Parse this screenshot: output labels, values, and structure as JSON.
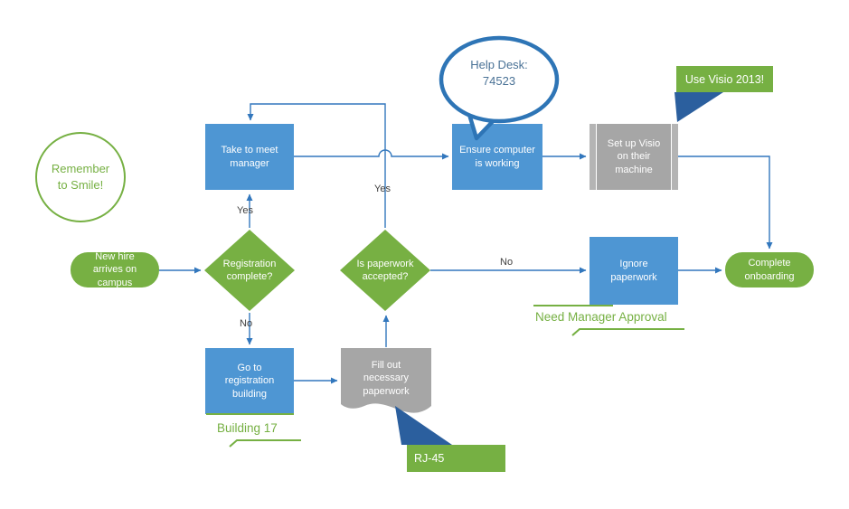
{
  "diagram": {
    "type": "flowchart",
    "nodes": {
      "remember": "Remember to Smile!",
      "new_hire": "New hire arrives on campus",
      "registration_complete": "Registration complete?",
      "take_to_meet_manager": "Take to meet manager",
      "go_to_registration": "Go to registration building",
      "fill_out_paperwork": "Fill out necessary paperwork",
      "is_paperwork_accepted": "Is paperwork accepted?",
      "ensure_computer_working": "Ensure computer is working",
      "set_up_visio": "Set up Visio on their machine",
      "ignore_paperwork": "Ignore paperwork",
      "complete_onboarding": "Complete onboarding"
    },
    "edge_labels": {
      "registration_yes": "Yes",
      "registration_no": "No",
      "paperwork_yes": "Yes",
      "paperwork_no": "No"
    },
    "callouts": {
      "help_desk_line1": "Help Desk:",
      "help_desk_line2": "74523",
      "use_visio": "Use Visio 2013!",
      "rj45": "RJ-45",
      "building_17": "Building 17",
      "need_manager_approval": "Need Manager Approval"
    },
    "edges": [
      {
        "from": "new_hire",
        "to": "registration_complete",
        "label": ""
      },
      {
        "from": "registration_complete",
        "to": "take_to_meet_manager",
        "label": "Yes"
      },
      {
        "from": "registration_complete",
        "to": "go_to_registration",
        "label": "No"
      },
      {
        "from": "go_to_registration",
        "to": "fill_out_paperwork",
        "label": ""
      },
      {
        "from": "fill_out_paperwork",
        "to": "is_paperwork_accepted",
        "label": ""
      },
      {
        "from": "is_paperwork_accepted",
        "to": "take_to_meet_manager",
        "label": "Yes"
      },
      {
        "from": "take_to_meet_manager",
        "to": "ensure_computer_working",
        "label": ""
      },
      {
        "from": "ensure_computer_working",
        "to": "set_up_visio",
        "label": ""
      },
      {
        "from": "set_up_visio",
        "to": "complete_onboarding",
        "label": ""
      },
      {
        "from": "is_paperwork_accepted",
        "to": "ignore_paperwork",
        "label": "No"
      },
      {
        "from": "ignore_paperwork",
        "to": "complete_onboarding",
        "label": ""
      }
    ],
    "colors": {
      "process_blue": "#4E96D3",
      "shape_green": "#77B043",
      "shape_gray": "#A6A6A6",
      "connector_blue": "#3277BD",
      "callout_green": "#76B043",
      "pointer_blue": "#2B5F9E",
      "bubble_border": "#2E75B6",
      "bubble_text": "#4A7296",
      "edge_label_gray": "#404040"
    }
  }
}
